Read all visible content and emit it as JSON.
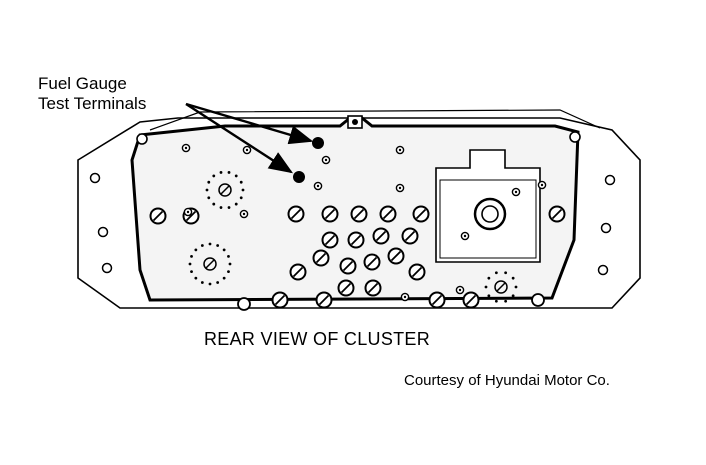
{
  "callout": {
    "line1": "Fuel Gauge",
    "line2": "Test Terminals"
  },
  "caption": "REAR VIEW OF CLUSTER",
  "credit": "Courtesy of Hyundai Motor Co.",
  "colors": {
    "ink": "#000000",
    "paper": "#ffffff",
    "panel_fill": "#f4f4f4"
  },
  "icons": {
    "terminal": "filled-circle",
    "bulb_socket": "circle-with-slash"
  }
}
